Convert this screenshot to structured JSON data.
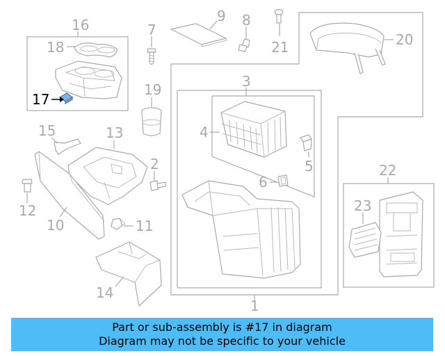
{
  "highlight_part": "17",
  "callouts": {
    "p1": "1",
    "p2": "2",
    "p3": "3",
    "p4": "4",
    "p5": "5",
    "p6": "6",
    "p7": "7",
    "p8": "8",
    "p9": "9",
    "p10": "10",
    "p11": "11",
    "p12": "12",
    "p13": "13",
    "p14": "14",
    "p15": "15",
    "p16": "16",
    "p17": "17",
    "p18": "18",
    "p19": "19",
    "p20": "20",
    "p21": "21",
    "p22": "22",
    "p23": "23"
  },
  "banner": {
    "line1": "Part or sub-assembly is #17 in diagram",
    "line2": "Diagram may not be specific to your vehicle",
    "color": "#4dbcf7"
  }
}
